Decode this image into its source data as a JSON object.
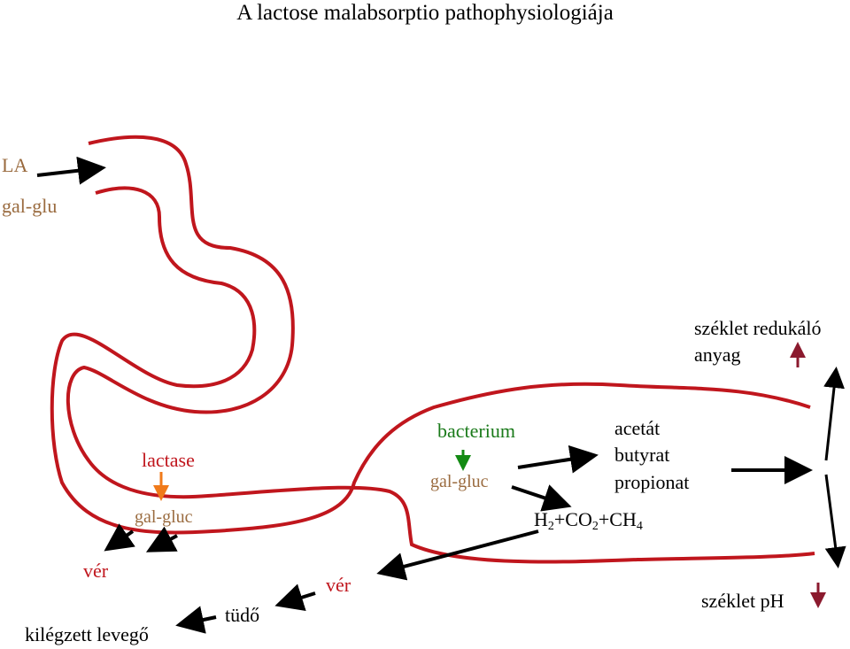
{
  "title": "A lactose malabsorptio pathophysiologiája",
  "labels": {
    "la": "LA",
    "gal_glu": "gal-glu",
    "lactase": "lactase",
    "gal_gluc_small": "gal-gluc",
    "bacterium": "bacterium",
    "gal_gluc_colon": "gal-gluc",
    "acetat": "acetát",
    "butyrat": "butyrat",
    "propionat": "propionat",
    "gas_h": "H",
    "gas_h_sub": "2",
    "gas_co": "+CO",
    "gas_co_sub": "2",
    "gas_ch": "+CH",
    "gas_ch_sub": "4",
    "szeklet_redukalo_line1": "széklet redukáló",
    "szeklet_redukalo_line2": "anyag",
    "szeklet_ph": "széklet pH",
    "ver_left": "vér",
    "ver_middle": "vér",
    "tudo": "tüdő",
    "kilegzett": "kilégzett levegő"
  },
  "colors": {
    "gut_wall": "#c0161d",
    "arrow": "#000000",
    "lactase_arrow": "#f07a1a",
    "bacterium_arrow": "#138a13",
    "increase_arrow": "#8b1a2e",
    "decrease_arrow": "#8b1a2e",
    "tan_text": "#9a6b3f",
    "red_text": "#c0161d",
    "green_text": "#1a7a1a"
  }
}
